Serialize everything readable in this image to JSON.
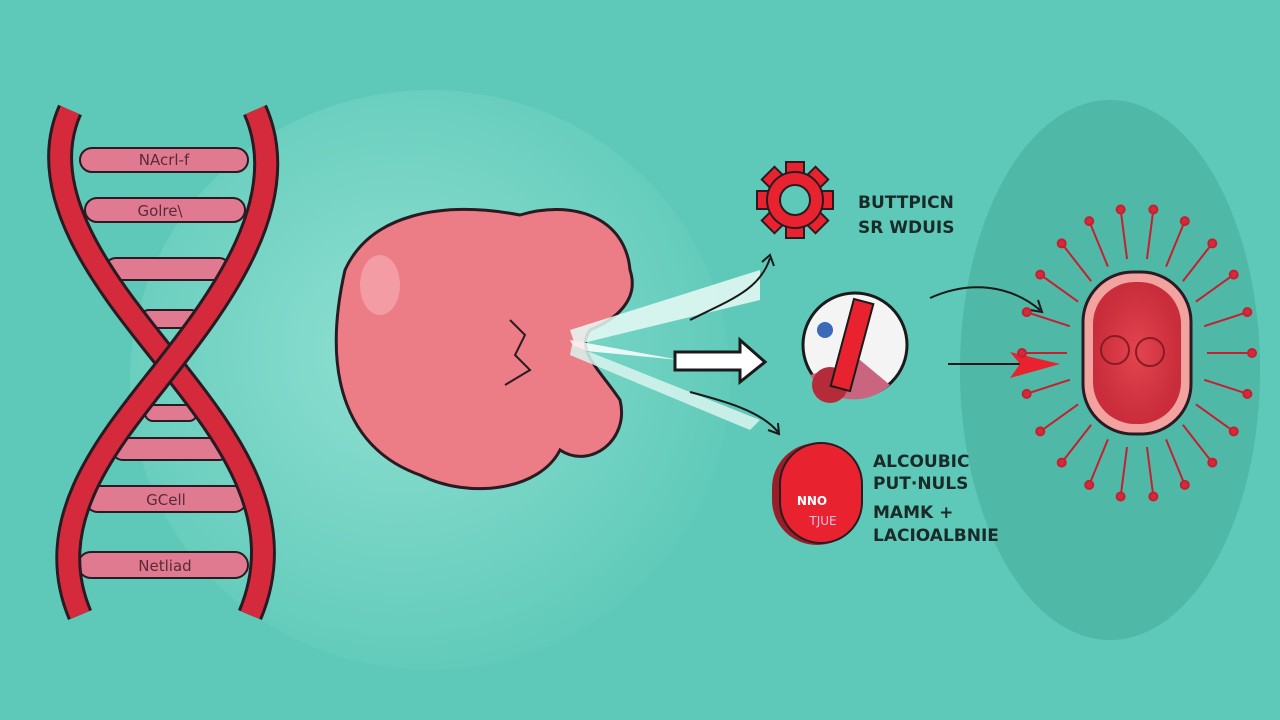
{
  "dna_labels": [
    "NAcrl-f",
    "Golre\\",
    "GCell",
    "Netliad"
  ],
  "gear_label": [
    "BUTTPICN",
    "SR WDUIS"
  ],
  "capsule_label": [
    "ALCOUBIC",
    "PUT·NULS",
    "MAMK +",
    "LACIOALBNIE"
  ],
  "capsule_inner_text": [
    "NNO",
    "TJUE"
  ],
  "colors": {
    "background": "#5ec9b8",
    "dna": "#d42a3c",
    "rung": "#e07a90",
    "organ": "#ec7d87",
    "accent": "#e8232f"
  }
}
